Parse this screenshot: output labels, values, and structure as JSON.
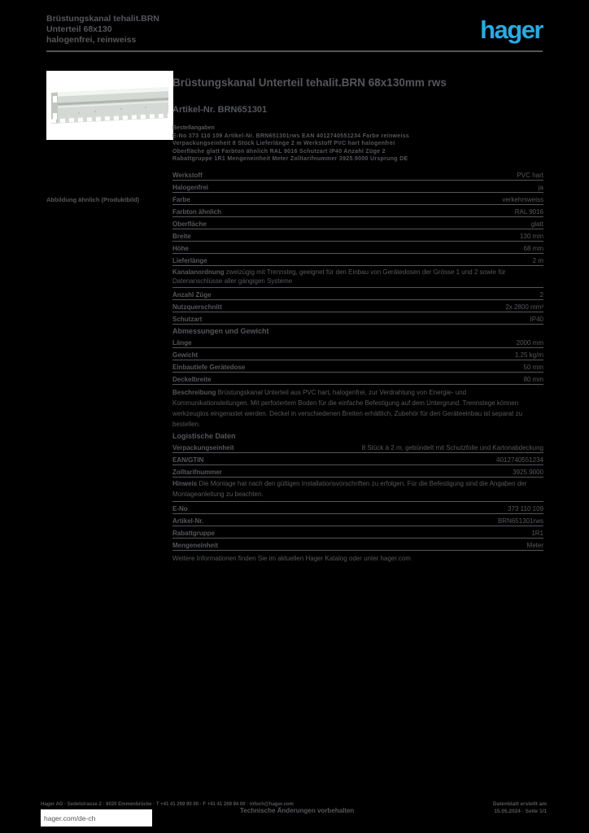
{
  "colors": {
    "background": "#000000",
    "text_gray": "#55565A",
    "logo_blue": "#2BA9E0",
    "image_box_bg": "#FFFFFF"
  },
  "header": {
    "title_line1": "Brüstungskanal tehalit.BRN",
    "title_line2": "Unterteil 68x130",
    "title_line3": "halogenfrei, reinweiss",
    "logo_text": "hager"
  },
  "product_image": {
    "caption": "Abbildung ähnlich (Produktbild)"
  },
  "product": {
    "title": "Brüstungskanal Unterteil tehalit.BRN 68x130mm rws",
    "subtitle": "Artikel-Nr. BRN651301",
    "order_label": "Bestellangaben",
    "order_rows": [
      "E-No 373 110 109   Artikel-Nr. BRN651301rws   EAN 4012740551234   Farbe reinweiss",
      "Verpackungseinheit 8 Stück   Lieferlänge 2 m   Werkstoff PVC hart   halogenfrei",
      "Oberfläche glatt   Farbton ähnlich RAL 9016   Schutzart IP40   Anzahl Züge 2",
      "Rabattgruppe 1R1   Mengeneinheit Meter   Zolltarifnummer 3925.9000   Ursprung DE"
    ]
  },
  "spec1": {
    "rows": [
      {
        "label": "Werkstoff",
        "value": "PVC hart"
      },
      {
        "label": "Halogenfrei",
        "value": "ja"
      },
      {
        "label": "Farbe",
        "value": "verkehrsweiss"
      },
      {
        "label": "Farbton ähnlich",
        "value": "RAL 9016"
      },
      {
        "label": "Oberfläche",
        "value": "glatt"
      },
      {
        "label": "Breite",
        "value": "130 mm"
      },
      {
        "label": "Höhe",
        "value": "68 mm"
      },
      {
        "label": "Lieferlänge",
        "value": "2 m"
      }
    ],
    "band_label": "Kanalanordnung",
    "band_text": "zweizügig mit Trennsteg, geeignet für den Einbau von Gerätedosen der Grösse 1 und 2 sowie für Datenanschlüsse aller gängigen Systeme"
  },
  "spec2": {
    "rows": [
      {
        "label": "Anzahl Züge",
        "value": "2"
      },
      {
        "label": "Nutzquerschnitt",
        "value": "2x 2800 mm²"
      },
      {
        "label": "Schutzart",
        "value": "IP40"
      }
    ]
  },
  "dimensions": {
    "heading": "Abmessungen und Gewicht",
    "rows": [
      {
        "label": "Länge",
        "value": "2000 mm"
      },
      {
        "label": "Gewicht",
        "value": "1.25 kg/m"
      },
      {
        "label": "Einbautiefe Gerätedose",
        "value": "50 mm"
      },
      {
        "label": "Deckelbreite",
        "value": "80 mm"
      }
    ]
  },
  "description": {
    "label": "Beschreibung",
    "text": "Brüstungskanal Unterteil aus PVC hart, halogenfrei, zur Verdrahtung von Energie- und Kommunikationsleitungen. Mit perforiertem Boden für die einfache Befestigung auf dem Untergrund. Trennstege können werkzeuglos eingerastet werden. Deckel in verschiedenen Breiten erhältlich, Zubehör für den Geräteeinbau ist separat zu bestellen."
  },
  "logistics": {
    "heading": "Logistische Daten",
    "first_row": {
      "label": "Verpackungseinheit",
      "value": "8 Stück à 2 m, gebündelt mit Schutzfolie und Kartonabdeckung"
    },
    "rows": [
      {
        "label": "EAN/GTIN",
        "value": "4012740551234"
      },
      {
        "label": "Zolltarifnummer",
        "value": "3925.9000"
      }
    ],
    "note_label": "Hinweis",
    "note_text": "Die Montage hat nach den gültigen Installationsvorschriften zu erfolgen. Für die Befestigung sind die Angaben der Montageanleitung zu beachten."
  },
  "ordering": {
    "rows": [
      {
        "label": "E-No",
        "value": "373 110 109"
      },
      {
        "label": "Artikel-Nr.",
        "value": "BRN651301rws"
      },
      {
        "label": "Rabattgruppe",
        "value": "1R1"
      },
      {
        "label": "Mengeneinheit",
        "value": "Meter"
      }
    ],
    "final_note": "Weitere Informationen finden Sie im aktuellen Hager Katalog oder unter hager.com"
  },
  "footer": {
    "address_line": "Hager AG · Sedelstrasse 2 · 6020 Emmenbrücke · T +41 41 269 90 00 · F +41 41 269 94 00 · infoch@hager.com",
    "link_text": "hager.com/de-ch",
    "center_note": "Technische Änderungen vorbehalten",
    "right_line1": "Datenblatt erstellt am",
    "right_line2": "15.05.2024 · Seite 1/1"
  }
}
